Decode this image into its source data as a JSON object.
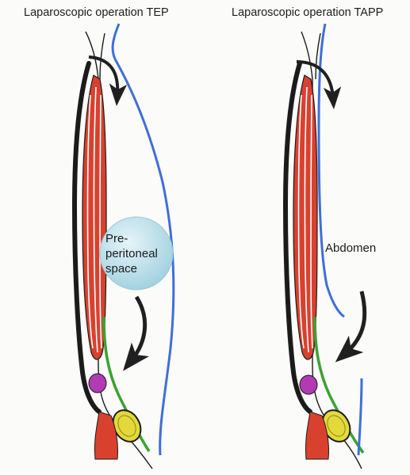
{
  "panels": {
    "left": {
      "title": "Laparoscopic operation TEP",
      "space_label_lines": [
        "Pre-",
        "peritoneal",
        "space"
      ]
    },
    "right": {
      "title": "Laparoscopic operation TAPP",
      "abdomen_label": "Abdomen"
    }
  },
  "colors": {
    "muscle": "#d9412f",
    "muscle_stripe": "#ffffff",
    "outline": "#1b1b1b",
    "peritoneum": "#3f6fd6",
    "fascia": "#3aa32f",
    "purple_node": "#b23ab5",
    "yellow_node": "#e3d93a",
    "space_bubble": "#b9dfe9",
    "arrow": "#202020"
  },
  "icons": {
    "arrow": "curved-arrow-icon",
    "space": "preperitoneal-space-bubble"
  }
}
